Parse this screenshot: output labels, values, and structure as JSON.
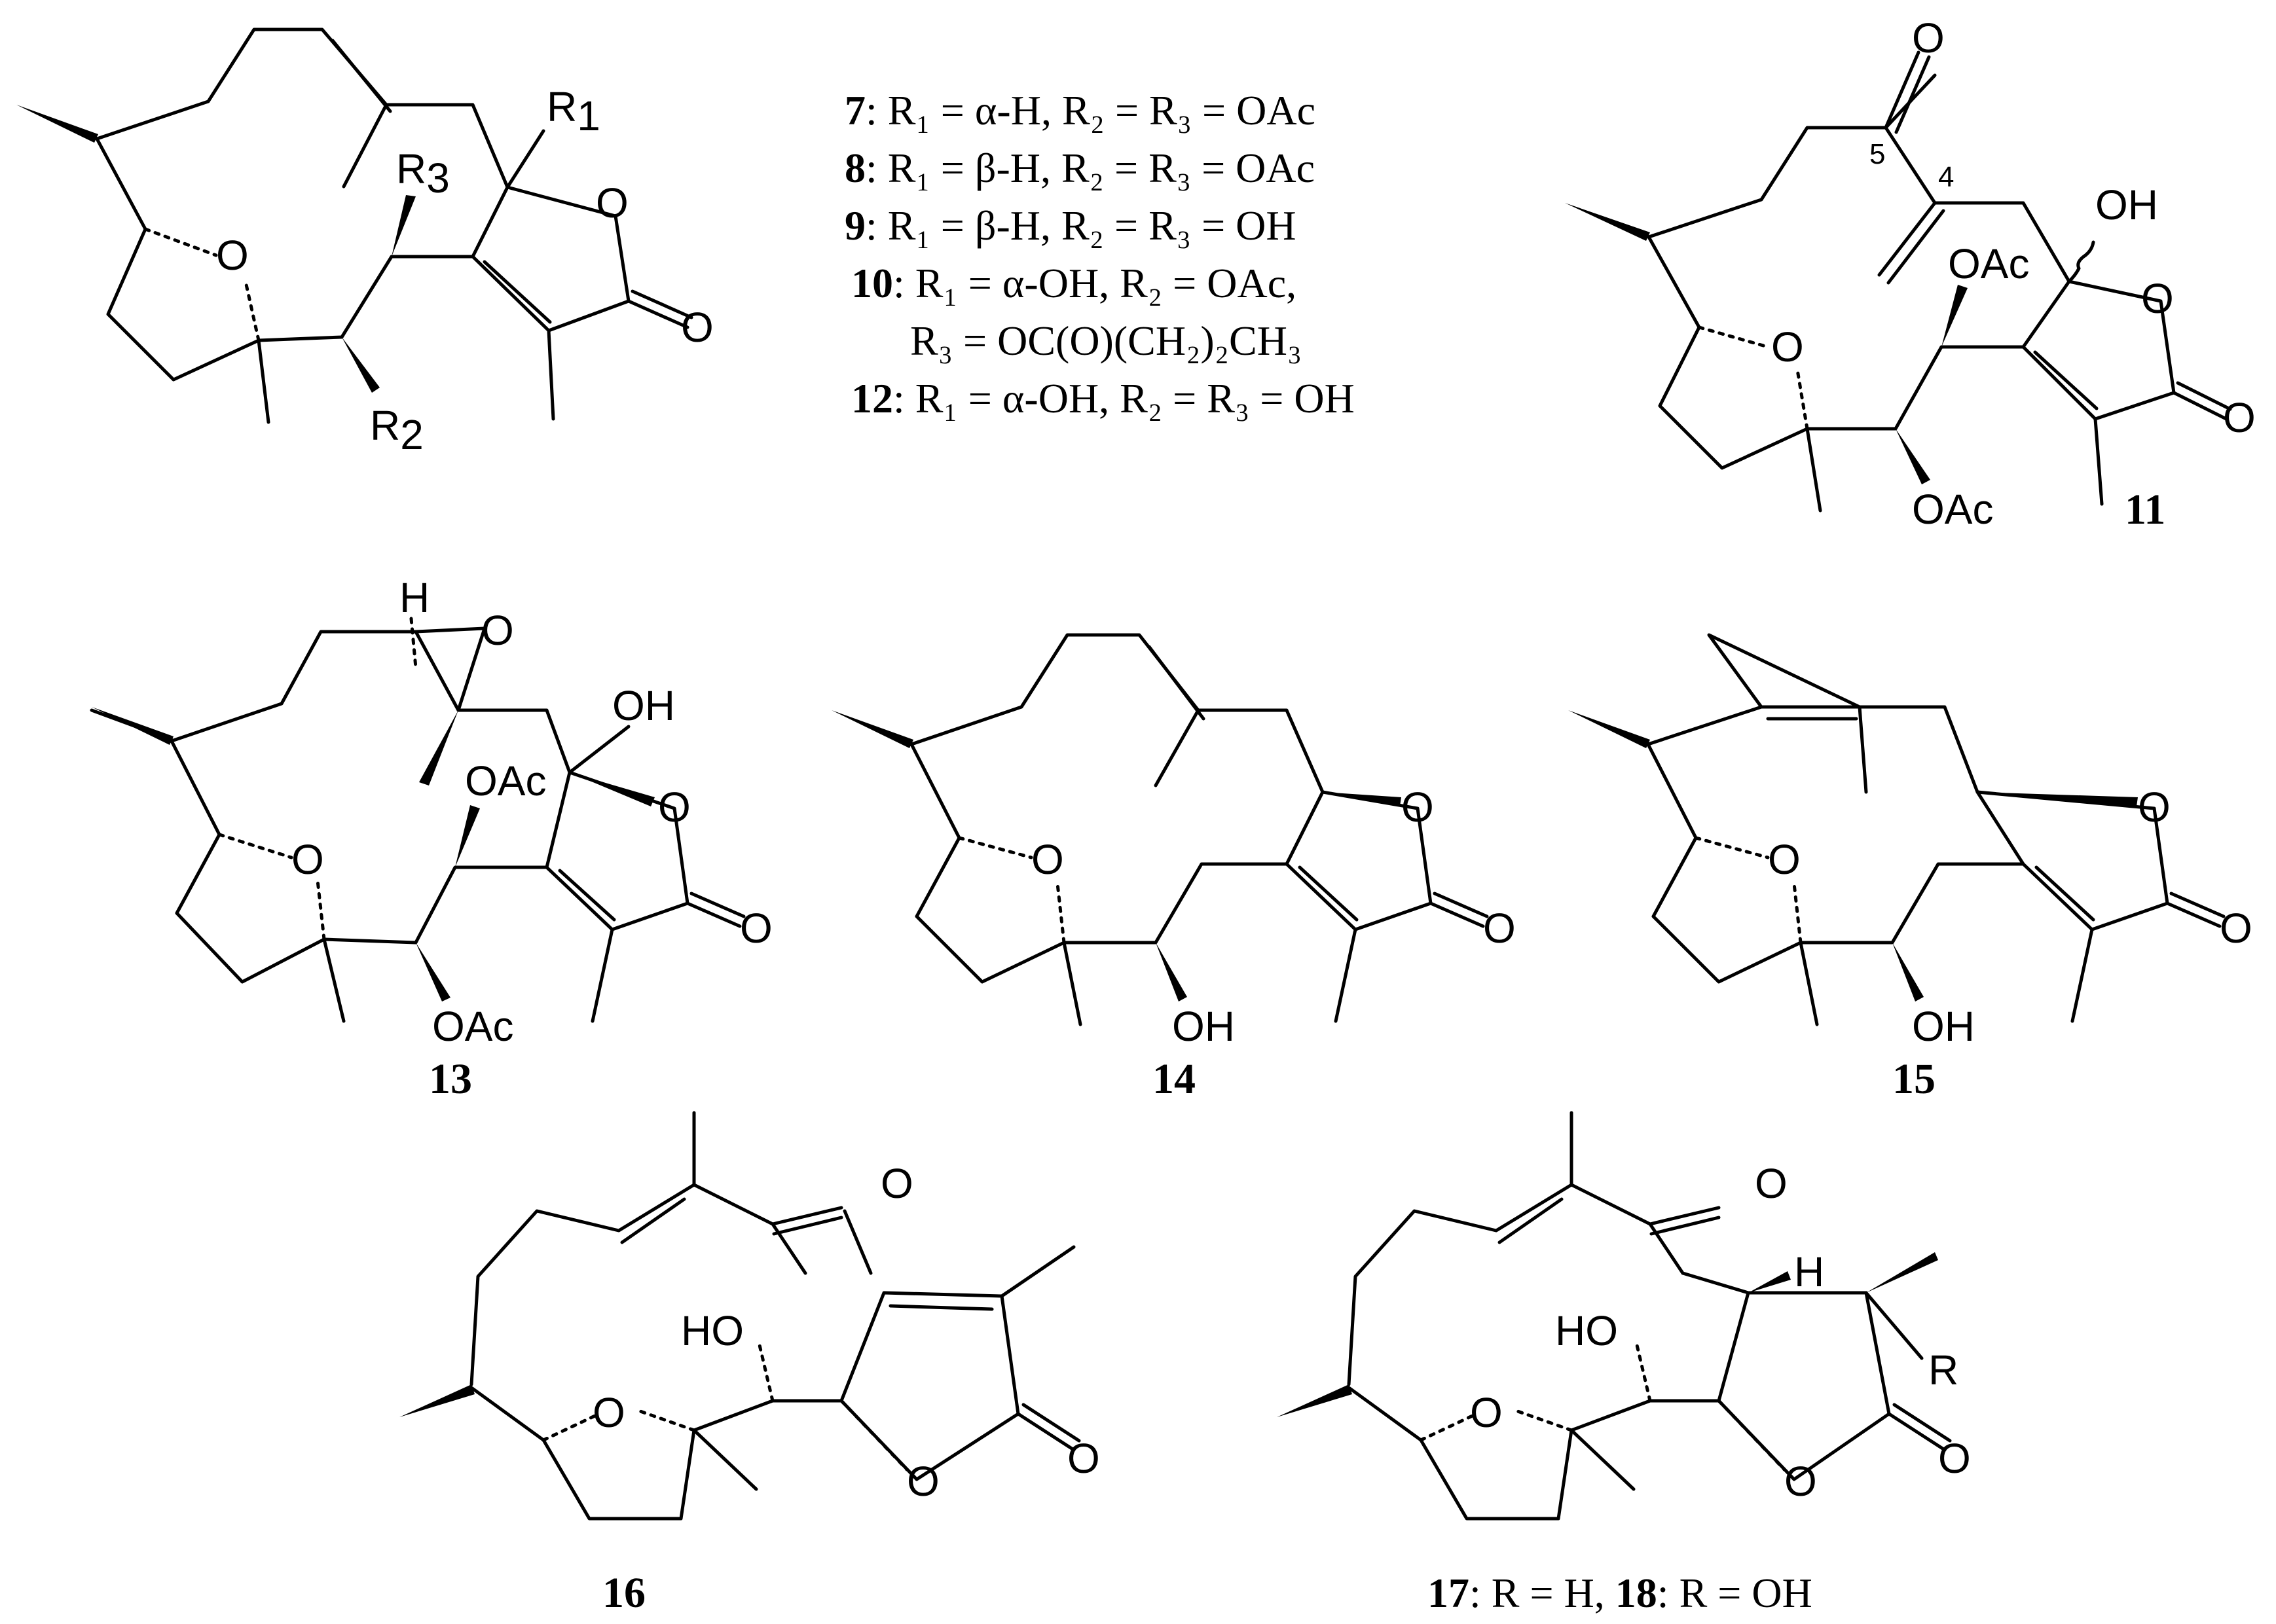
{
  "figure": {
    "legend_lines": [
      {
        "id": "7",
        "text": ": R₁ = α-H, R₂ = R₃ = OAc"
      },
      {
        "id": "8",
        "text": ": R₁ = β-H, R₂ = R₃ = OAc"
      },
      {
        "id": "9",
        "text": ": R₁ = β-H, R₂ = R₃ = OH"
      },
      {
        "id": "10",
        "text": ": R₁ = α-OH, R₂ = OAc,"
      },
      {
        "id": "",
        "text": "R₃ = OC(O)(CH₂)₂CH₃"
      },
      {
        "id": "12",
        "text": ": R₁ = α-OH, R₂ = R₃ = OH"
      }
    ],
    "compound_labels": {
      "c11": "11",
      "c13": "13",
      "c14": "14",
      "c15": "15",
      "c16": "16",
      "c17_18": {
        "id_a": "17",
        "text_a": ": R = H, ",
        "id_b": "18",
        "text_b": ": R = OH"
      }
    },
    "atom_labels": {
      "R1": "R",
      "R1_sub": "1",
      "R2": "R",
      "R2_sub": "2",
      "R3": "R",
      "R3_sub": "3",
      "O": "O",
      "OH": "OH",
      "HO": "HO",
      "OAc": "OAc",
      "H": "H",
      "R": "R",
      "locant_4": "4",
      "locant_5": "5"
    }
  }
}
